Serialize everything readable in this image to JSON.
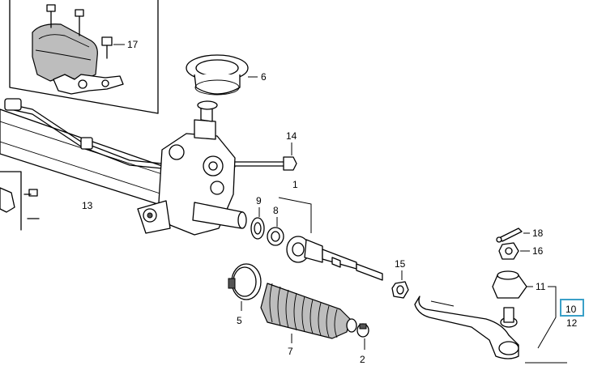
{
  "callouts": {
    "c1": "1",
    "c2": "2",
    "c5": "5",
    "c6": "6",
    "c7": "7",
    "c8": "8",
    "c9": "9",
    "c10": "10",
    "c11": "11",
    "c12": "12",
    "c13": "13",
    "c14": "14",
    "c15": "15",
    "c16": "16",
    "c17": "17",
    "c18": "18"
  },
  "colors": {
    "highlight": "#3aa0c8",
    "line": "#000000",
    "fill_shade": "#bdbdbd"
  },
  "highlighted_callout": "10"
}
